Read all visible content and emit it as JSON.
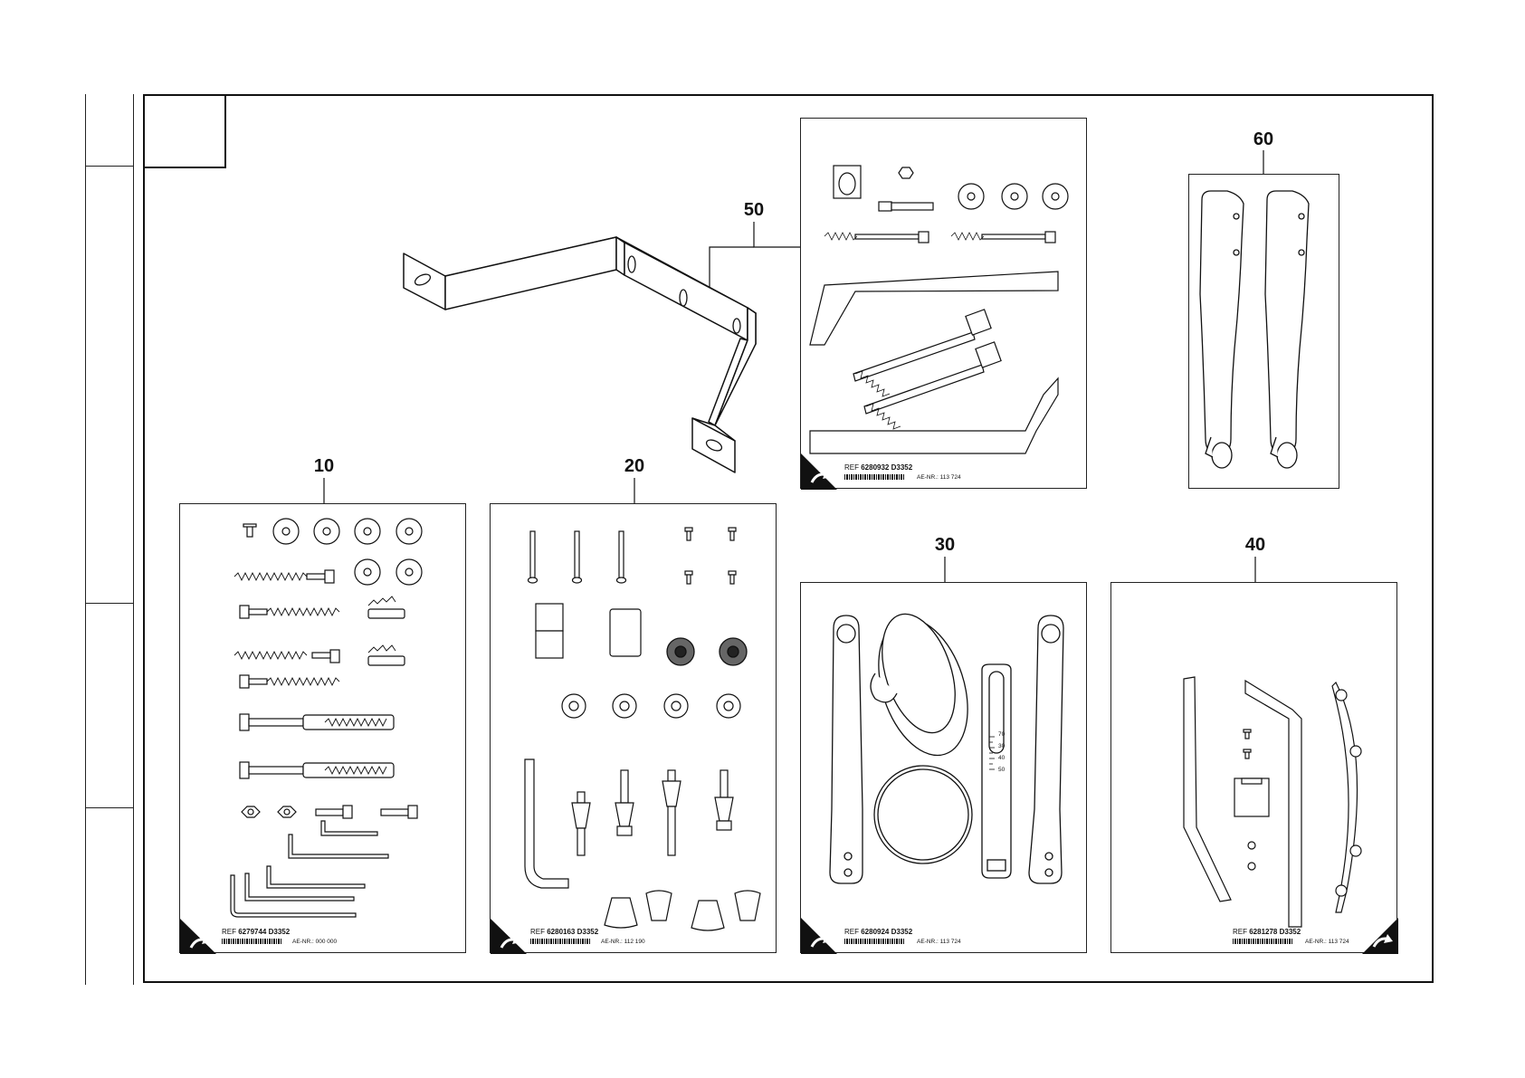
{
  "callouts": [
    "10",
    "20",
    "30",
    "40",
    "50",
    "60"
  ],
  "panels": {
    "p10": {
      "ref_prefix": "REF",
      "ref_number": "6279744",
      "ref_code": "D3352",
      "ae": "AE-NR.: 000 000"
    },
    "p20": {
      "ref_prefix": "REF",
      "ref_number": "6280163",
      "ref_code": "D3352",
      "ae": "AE-NR.: 112 190"
    },
    "p30": {
      "ref_prefix": "REF",
      "ref_number": "6280924",
      "ref_code": "D3352",
      "ae": "AE-NR.: 113 724"
    },
    "p40": {
      "ref_prefix": "REF",
      "ref_number": "6281278",
      "ref_code": "D3352",
      "ae": "AE-NR.: 113 724"
    },
    "p50": {
      "ref_prefix": "REF",
      "ref_number": "6280932",
      "ref_code": "D3352",
      "ae": "AE-NR.: 113 724"
    }
  },
  "gauge_ticks": [
    "70",
    "30",
    "40",
    "50"
  ]
}
